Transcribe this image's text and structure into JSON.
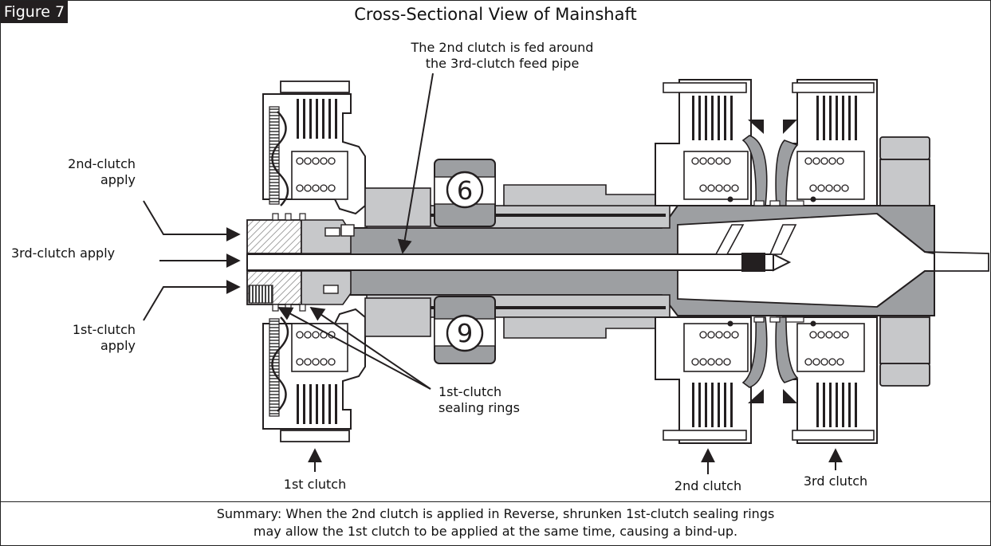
{
  "figure_tag": "Figure 7",
  "title": "Cross-Sectional View of Mainshaft",
  "labels": {
    "callout_top_line1": "The 2nd clutch is fed around",
    "callout_top_line2": "the 3rd-clutch feed pipe",
    "second_apply_line1": "2nd-clutch",
    "second_apply_line2": "apply",
    "third_apply": "3rd-clutch apply",
    "first_apply_line1": "1st-clutch",
    "first_apply_line2": "apply",
    "sealing_line1": "1st-clutch",
    "sealing_line2": "sealing rings",
    "first_clutch": "1st clutch",
    "second_clutch": "2nd clutch",
    "third_clutch": "3rd clutch",
    "bearing_mark": "6"
  },
  "summary": {
    "line1": "Summary: When the 2nd clutch is applied in Reverse, shrunken 1st-clutch sealing rings",
    "line2": "may allow the 1st clutch to be applied at the same time, causing a bind-up."
  },
  "colors": {
    "outline": "#231f20",
    "shaft_gray": "#9d9fa2",
    "part_gray": "#c7c8ca",
    "dark_gray": "#7a7c7f",
    "background": "#ffffff"
  }
}
